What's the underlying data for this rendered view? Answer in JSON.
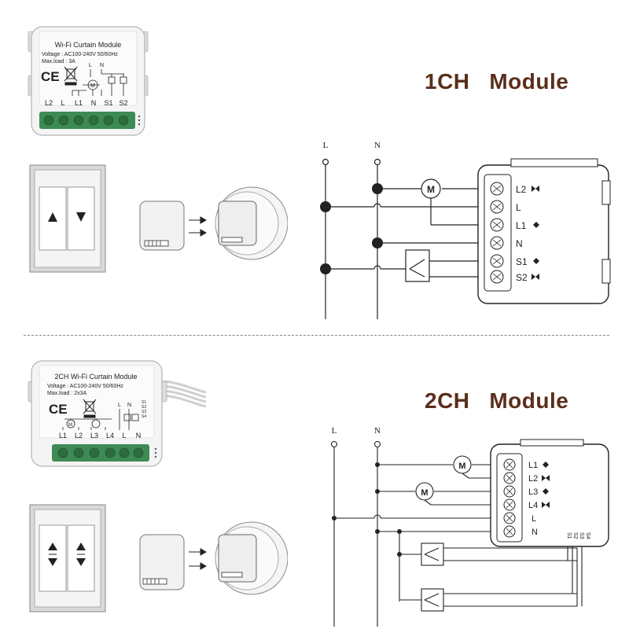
{
  "one_ch": {
    "title": "1CH   Module",
    "label": {
      "name": "Wi-Fi Curtain Module",
      "voltage": "Voltage : AC100-240V 50/60Hz",
      "max_load": "Max.load : 3A",
      "mark_l": "L",
      "mark_n": "N",
      "motor": "M",
      "terminals": [
        "L2",
        "L",
        "L1",
        "N",
        "S1",
        "S2"
      ]
    },
    "wiring": {
      "line_L": "L",
      "line_N": "N",
      "motor": "M",
      "terminals": [
        "L2",
        "L",
        "L1",
        "N",
        "S1",
        "S2"
      ],
      "terminal_icons": [
        "bowtie",
        "",
        "diamond",
        "",
        "diamond",
        "bowtie"
      ]
    }
  },
  "two_ch": {
    "title": "2CH   Module",
    "label": {
      "name": "2CH Wi-Fi   Curtain Module",
      "voltage": "Voltage : AC100-240V 50/60Hz",
      "max_load": "Max.load : 2x3A",
      "mark_l": "L",
      "mark_n": "N",
      "motor": "M",
      "switch_marks": [
        "S1",
        "S2",
        "S3",
        "S4"
      ],
      "terminals": [
        "L1",
        "L2",
        "L3",
        "L4",
        "L",
        "N"
      ]
    },
    "wiring": {
      "line_L": "L",
      "line_N": "N",
      "motor": "M",
      "terminals": [
        "L1",
        "L2",
        "L3",
        "L4",
        "L",
        "N"
      ],
      "terminal_icons": [
        "diamond",
        "bowtie",
        "diamond",
        "bowtie",
        "",
        ""
      ],
      "switch_marks": [
        "S1",
        "S2",
        "S3",
        "S4"
      ]
    }
  },
  "colors": {
    "title": "#5a2e1a",
    "terminal_green": "#3e8a55",
    "module_body": "#f4f4f4",
    "wire": "#222222"
  }
}
